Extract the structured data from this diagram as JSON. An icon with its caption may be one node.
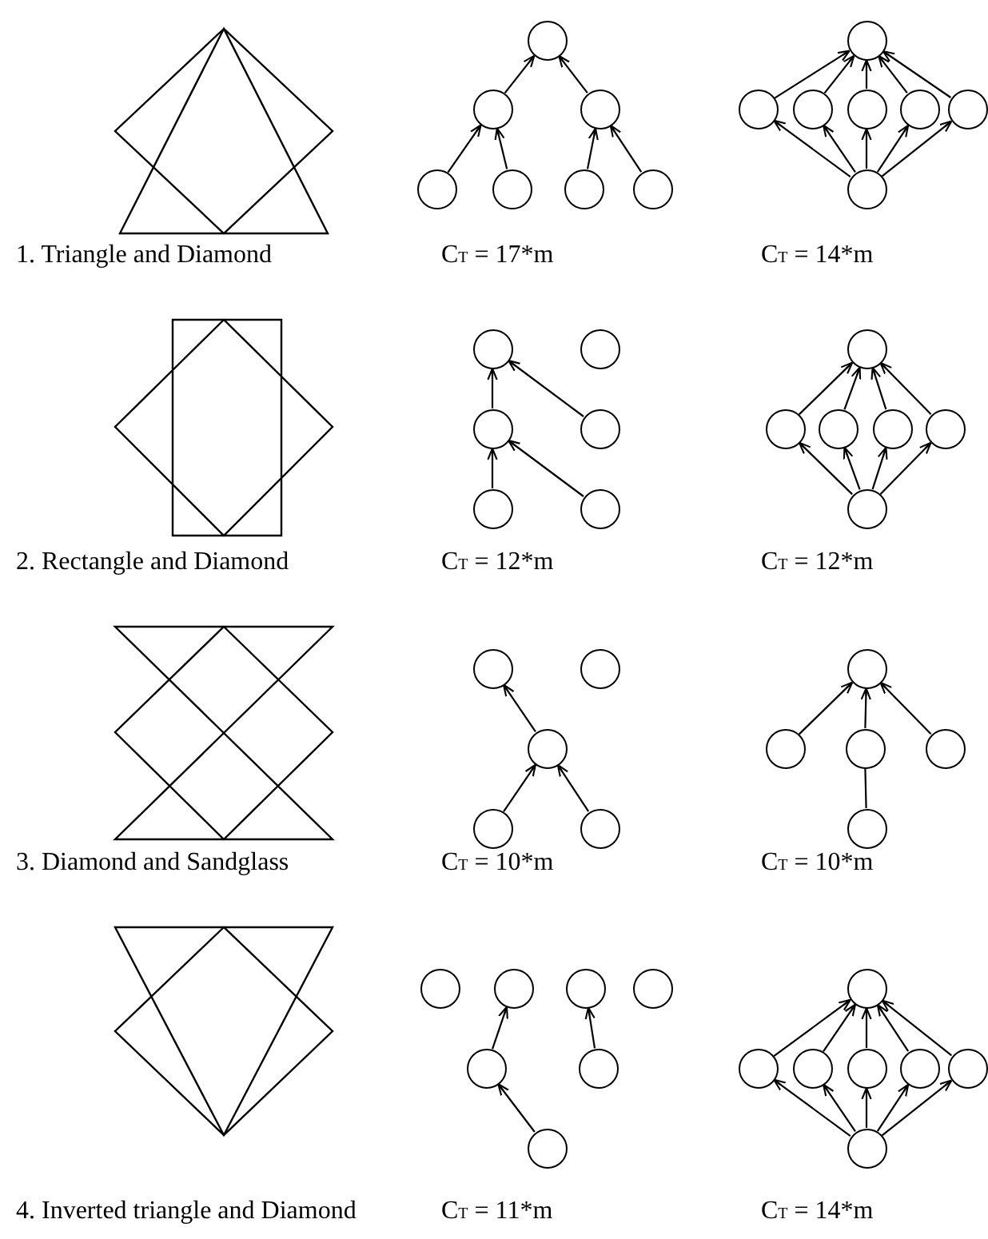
{
  "diagram": {
    "nodes": [
      {
        "text": [],
        "shape": "circle"
      },
      {
        "text": [],
        "shape": "circle"
      },
      {
        "text": [],
        "shape": "circle"
      },
      {
        "text": [],
        "shape": "circle"
      },
      {
        "text": [],
        "shape": "circle"
      },
      {
        "text": [],
        "shape": "circle"
      },
      {
        "text": [],
        "shape": "circle"
      },
      {
        "text": [],
        "shape": "circle"
      },
      {
        "text": [],
        "shape": "circle"
      },
      {
        "text": [],
        "shape": "circle"
      },
      {
        "text": [],
        "shape": "circle"
      },
      {
        "text": [],
        "shape": "circle"
      },
      {
        "text": [],
        "shape": "circle"
      },
      {
        "text": [],
        "shape": "circle"
      },
      {
        "text": [],
        "shape": "circle"
      },
      {
        "text": [],
        "shape": "circle"
      },
      {
        "text": [],
        "shape": "circle"
      },
      {
        "text": [],
        "shape": "circle"
      },
      {
        "text": [],
        "shape": "circle"
      },
      {
        "text": [],
        "shape": "circle"
      },
      {
        "text": [],
        "shape": "circle"
      },
      {
        "text": [],
        "shape": "circle"
      },
      {
        "text": [],
        "shape": "circle"
      },
      {
        "text": [],
        "shape": "circle"
      },
      {
        "text": [],
        "shape": "circle"
      },
      {
        "text": [],
        "shape": "circle"
      },
      {
        "text": [],
        "shape": "circle"
      },
      {
        "text": [],
        "shape": "circle"
      },
      {
        "text": [],
        "shape": "circle"
      },
      {
        "text": [],
        "shape": "circle"
      },
      {
        "text": [],
        "shape": "circle"
      },
      {
        "text": [],
        "shape": "circle"
      },
      {
        "text": [],
        "shape": "circle"
      },
      {
        "text": [],
        "shape": "circle"
      },
      {
        "text": [],
        "shape": "circle"
      },
      {
        "text": [],
        "shape": "circle"
      },
      {
        "text": [],
        "shape": "circle"
      },
      {
        "text": [],
        "shape": "circle"
      },
      {
        "text": [],
        "shape": "circle"
      },
      {
        "text": [],
        "shape": "circle"
      },
      {
        "text": [],
        "shape": "circle"
      },
      {
        "text": [],
        "shape": "circle"
      },
      {
        "text": [],
        "shape": "circle"
      },
      {
        "text": [],
        "shape": "circle"
      },
      {
        "text": [],
        "shape": "circle"
      },
      {
        "text": [],
        "shape": "circle"
      },
      {
        "text": [],
        "shape": "circle"
      },
      {
        "text": [],
        "shape": "circle"
      },
      {
        "text": [],
        "shape": "circle"
      },
      {
        "text": [],
        "shape": "circle"
      }
    ],
    "edges": [
      {
        "from": 1,
        "to": 0,
        "arrow": "to"
      },
      {
        "from": 2,
        "to": 0,
        "arrow": "to"
      },
      {
        "from": 3,
        "to": 1,
        "arrow": "to"
      },
      {
        "from": 4,
        "to": 1,
        "arrow": "to"
      },
      {
        "from": 5,
        "to": 2,
        "arrow": "to"
      },
      {
        "from": 6,
        "to": 2,
        "arrow": "to"
      },
      {
        "from": 8,
        "to": 7,
        "arrow": "to"
      },
      {
        "from": 9,
        "to": 7,
        "arrow": "to"
      },
      {
        "from": 10,
        "to": 7,
        "arrow": "to"
      },
      {
        "from": 11,
        "to": 7,
        "arrow": "to"
      },
      {
        "from": 12,
        "to": 7,
        "arrow": "to"
      },
      {
        "from": 13,
        "to": 8,
        "arrow": "to"
      },
      {
        "from": 13,
        "to": 9,
        "arrow": "to"
      },
      {
        "from": 13,
        "to": 10,
        "arrow": "to"
      },
      {
        "from": 13,
        "to": 11,
        "arrow": "to"
      },
      {
        "from": 13,
        "to": 12,
        "arrow": "to"
      },
      {
        "from": 16,
        "to": 14,
        "arrow": "to"
      },
      {
        "from": 17,
        "to": 14,
        "arrow": "to"
      },
      {
        "from": 18,
        "to": 16,
        "arrow": "to"
      },
      {
        "from": 19,
        "to": 16,
        "arrow": "to"
      },
      {
        "from": 21,
        "to": 20,
        "arrow": "to"
      },
      {
        "from": 22,
        "to": 20,
        "arrow": "to"
      },
      {
        "from": 23,
        "to": 20,
        "arrow": "to"
      },
      {
        "from": 24,
        "to": 20,
        "arrow": "to"
      },
      {
        "from": 25,
        "to": 21,
        "arrow": "to"
      },
      {
        "from": 25,
        "to": 22,
        "arrow": "to"
      },
      {
        "from": 25,
        "to": 23,
        "arrow": "to"
      },
      {
        "from": 25,
        "to": 24,
        "arrow": "to"
      },
      {
        "from": 28,
        "to": 26,
        "arrow": "to"
      },
      {
        "from": 29,
        "to": 28,
        "arrow": "to"
      },
      {
        "from": 30,
        "to": 28,
        "arrow": "to"
      },
      {
        "from": 32,
        "to": 31,
        "arrow": "to"
      },
      {
        "from": 33,
        "to": 31,
        "arrow": "to"
      },
      {
        "from": 34,
        "to": 31,
        "arrow": "to"
      },
      {
        "from": 35,
        "to": 33,
        "arrow": "none"
      },
      {
        "from": 40,
        "to": 37,
        "arrow": "to"
      },
      {
        "from": 41,
        "to": 38,
        "arrow": "to"
      },
      {
        "from": 42,
        "to": 40,
        "arrow": "to"
      },
      {
        "from": 44,
        "to": 43,
        "arrow": "to"
      },
      {
        "from": 45,
        "to": 43,
        "arrow": "to"
      },
      {
        "from": 46,
        "to": 43,
        "arrow": "to"
      },
      {
        "from": 47,
        "to": 43,
        "arrow": "to"
      },
      {
        "from": 48,
        "to": 43,
        "arrow": "to"
      },
      {
        "from": 49,
        "to": 44,
        "arrow": "to"
      },
      {
        "from": 49,
        "to": 45,
        "arrow": "to"
      },
      {
        "from": 49,
        "to": 46,
        "arrow": "to"
      },
      {
        "from": 49,
        "to": 47,
        "arrow": "to"
      },
      {
        "from": 49,
        "to": 48,
        "arrow": "to"
      }
    ],
    "labels": [
      "1. Triangle and Diamond",
      "C$_{T}$ = 17*m",
      "C$_{T}$ = 14*m",
      "2. Rectangle and Diamond",
      "C$_{T}$ = 12*m",
      "C$_{T}$ = 12*m",
      "3. Diamond and Sandglass",
      "C$_{T}$ = 10*m",
      "C$_{T}$ = 10*m",
      "4. Inverted triangle and Diamond",
      "C$_{T}$ = 11*m",
      "C$_{T}$ = 14*m"
    ]
  }
}
